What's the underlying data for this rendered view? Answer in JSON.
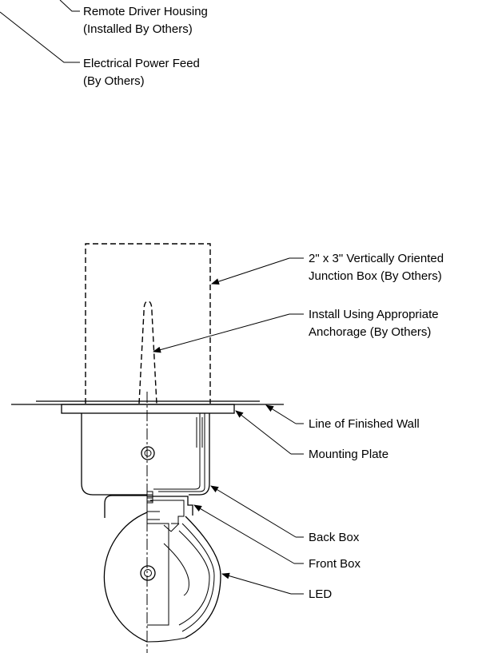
{
  "callouts": [
    {
      "id": "remote-driver",
      "lines": [
        "Remote Driver Housing",
        "(Installed By Others)"
      ]
    },
    {
      "id": "power-feed",
      "lines": [
        "Electrical Power Feed",
        "(By Others)"
      ]
    },
    {
      "id": "junction-box",
      "lines": [
        "2\" x 3\" Vertically Oriented",
        "Junction Box (By Others)"
      ]
    },
    {
      "id": "anchorage",
      "lines": [
        "Install Using Appropriate",
        "Anchorage (By Others)"
      ]
    },
    {
      "id": "finished-wall",
      "lines": [
        "Line of Finished Wall"
      ]
    },
    {
      "id": "mounting-plate",
      "lines": [
        "Mounting Plate"
      ]
    },
    {
      "id": "back-box",
      "lines": [
        "Back Box"
      ]
    },
    {
      "id": "front-box",
      "lines": [
        "Front Box"
      ]
    },
    {
      "id": "led",
      "lines": [
        "LED"
      ]
    }
  ]
}
